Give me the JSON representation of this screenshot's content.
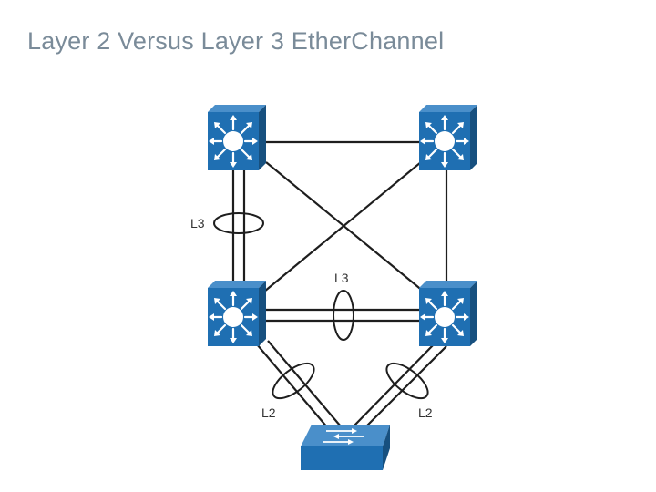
{
  "title": "Layer 2 Versus Layer 3 EtherChannel",
  "labels": {
    "left_l3": "L3",
    "middle_l3": "L3",
    "left_l2": "L2",
    "right_l2": "L2"
  },
  "icons": {
    "multilayer_switch": "multilayer-switch-icon",
    "access_switch": "workgroup-switch-icon"
  },
  "colors": {
    "title": "#7a8b99",
    "device_front": "#1f6fb2",
    "device_side": "#17507f",
    "device_top": "#4a8fca",
    "link": "#1e1e1e"
  }
}
